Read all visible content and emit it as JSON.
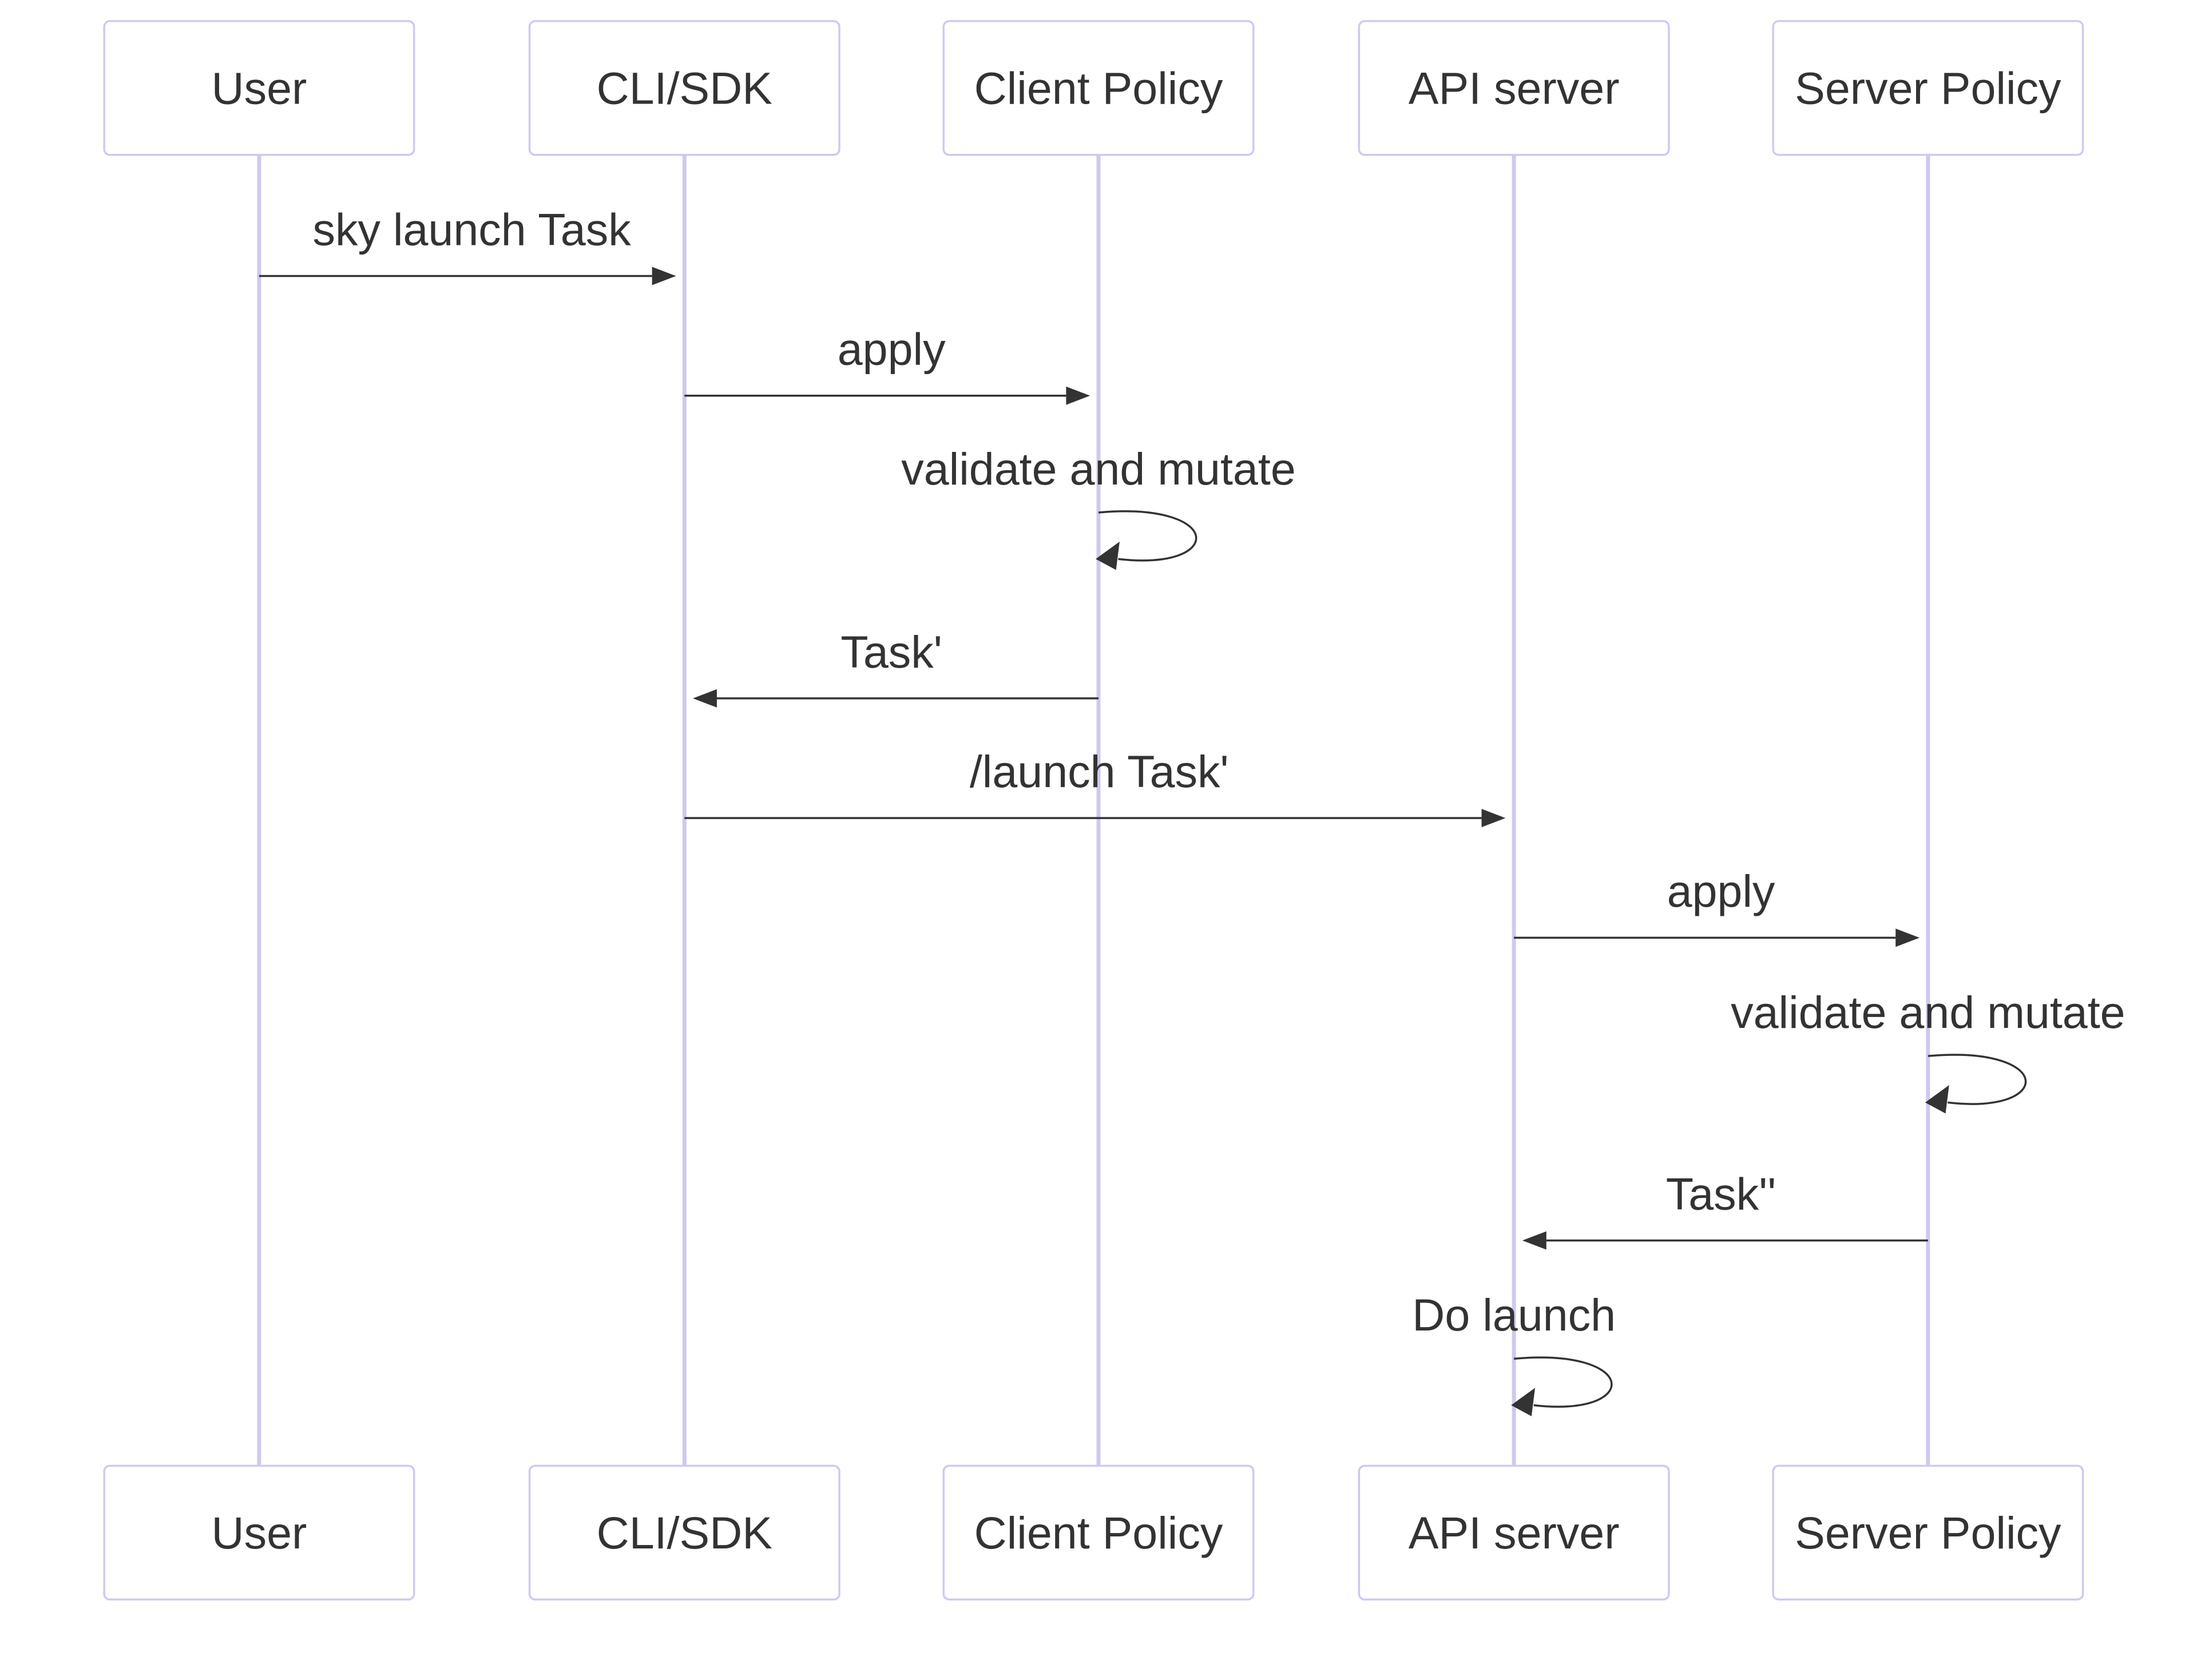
{
  "actors": [
    {
      "id": "user",
      "label": "User"
    },
    {
      "id": "cli",
      "label": "CLI/SDK"
    },
    {
      "id": "client_policy",
      "label": "Client Policy"
    },
    {
      "id": "api",
      "label": "API server"
    },
    {
      "id": "server_policy",
      "label": "Server Policy"
    }
  ],
  "messages": [
    {
      "from": "user",
      "to": "cli",
      "label": "sky launch Task"
    },
    {
      "from": "cli",
      "to": "client_policy",
      "label": "apply"
    },
    {
      "from": "client_policy",
      "to": "client_policy",
      "label": "validate and mutate"
    },
    {
      "from": "client_policy",
      "to": "cli",
      "label": "Task'"
    },
    {
      "from": "cli",
      "to": "api",
      "label": "/launch Task'"
    },
    {
      "from": "api",
      "to": "server_policy",
      "label": "apply"
    },
    {
      "from": "server_policy",
      "to": "server_policy",
      "label": "validate and mutate"
    },
    {
      "from": "server_policy",
      "to": "api",
      "label": "Task''"
    },
    {
      "from": "api",
      "to": "api",
      "label": "Do launch"
    }
  ],
  "colors": {
    "actor_border": "#cfc9ef",
    "lifeline": "#cfc9ef",
    "text": "#333333",
    "arrow": "#333333",
    "background": "#ffffff"
  }
}
